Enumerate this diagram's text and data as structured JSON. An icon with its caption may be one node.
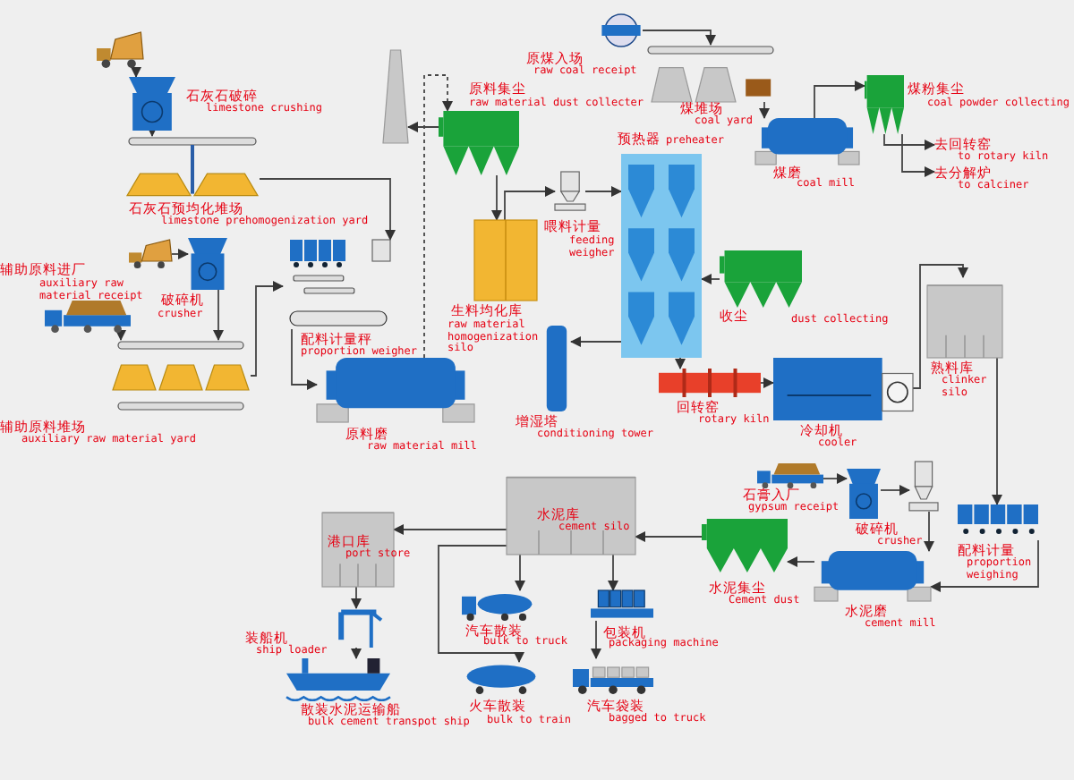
{
  "diagram": {
    "nodes": [
      {
        "text": [
          "石灰石破碎",
          "limestone crushing"
        ]
      },
      {
        "text": [
          "石灰石预均化堆场",
          "limestone prehomogenization yard"
        ]
      },
      {
        "text": [],
        "shape": "picture"
      },
      {
        "text": [
          "原料集尘",
          "raw material dust collecter"
        ]
      },
      {
        "text": [
          "原煤入场",
          "raw coal receipt"
        ]
      },
      {
        "text": [
          "煤堆场",
          "coal yard"
        ]
      },
      {
        "text": [
          "煤磨",
          "coal mill"
        ]
      },
      {
        "text": [
          "煤粉集尘",
          "coal powder collecting"
        ]
      },
      {
        "text": [
          "去回转窑",
          "to rotary kiln"
        ]
      },
      {
        "text": [
          "去分解炉",
          "to calciner"
        ]
      },
      {
        "text": [
          "预热器",
          "preheater"
        ]
      },
      {
        "text": [
          "喂料计量",
          "feeding weigher"
        ]
      },
      {
        "text": [
          "生料均化库",
          "raw material homogenization silo"
        ]
      },
      {
        "text": [
          "辅助原料进厂",
          "auxiliary raw material receipt"
        ]
      },
      {
        "text": [
          "破碎机",
          "crusher"
        ]
      },
      {
        "text": [
          "辅助原料堆场",
          "auxiliary raw material yard"
        ]
      },
      {
        "text": [
          "配料计量秤",
          "proportion weigher"
        ]
      },
      {
        "text": [
          "原料磨",
          "raw material mill"
        ]
      },
      {
        "text": [
          "收尘",
          "dust collecting"
        ]
      },
      {
        "text": [
          "增湿塔",
          "conditioning tower"
        ]
      },
      {
        "text": [
          "回转窑",
          "rotary kiln"
        ]
      },
      {
        "text": [
          "冷却机",
          "cooler"
        ]
      },
      {
        "text": [
          "熟料库",
          "clinker silo"
        ]
      },
      {
        "text": [
          "石膏入厂",
          "gypsum receipt"
        ]
      },
      {
        "text": [
          "破碎机",
          "crusher"
        ]
      },
      {
        "text": [
          "配料计量",
          "proportion weighing"
        ]
      },
      {
        "text": [
          "水泥库",
          "cement silo"
        ]
      },
      {
        "text": [
          "水泥集尘",
          "Cement dust"
        ]
      },
      {
        "text": [
          "水泥磨",
          "cement mill"
        ]
      },
      {
        "text": [
          "港口库",
          "port store"
        ]
      },
      {
        "text": [
          "汽车散装",
          "bulk to truck"
        ]
      },
      {
        "text": [
          "包装机",
          "packaging machine"
        ]
      },
      {
        "text": [
          "装船机",
          "ship loader"
        ]
      },
      {
        "text": [
          "火车散装",
          "bulk to train"
        ]
      },
      {
        "text": [
          "汽车袋装",
          "bagged to truck"
        ]
      },
      {
        "text": [
          "散装水泥运输船",
          "bulk cement transpot ship"
        ]
      },
      {
        "text": [],
        "shape": "picture"
      },
      {
        "text": [],
        "shape": "picture"
      },
      {
        "text": [],
        "shape": "picture"
      }
    ],
    "edges": [
      {
        "from": 36,
        "to": 0,
        "arrow": "to"
      },
      {
        "from": 0,
        "to": 1,
        "arrow": "to"
      },
      {
        "from": 1,
        "to": 16,
        "arrow": "to"
      },
      {
        "from": 37,
        "to": 14,
        "arrow": "to"
      },
      {
        "from": 13,
        "to": 15,
        "arrow": "to"
      },
      {
        "from": 14,
        "to": 15,
        "arrow": "to"
      },
      {
        "from": 15,
        "to": 16,
        "arrow": "to"
      },
      {
        "from": 16,
        "to": 17,
        "arrow": "to"
      },
      {
        "from": 17,
        "to": 3,
        "arrow": "to",
        "style": "dashed"
      },
      {
        "from": 3,
        "to": 2,
        "arrow": "to"
      },
      {
        "from": 3,
        "to": 12,
        "arrow": "to"
      },
      {
        "from": 12,
        "to": 11,
        "arrow": "to"
      },
      {
        "from": 11,
        "to": 10,
        "arrow": "to"
      },
      {
        "from": 10,
        "to": 19,
        "arrow": "to"
      },
      {
        "from": 4,
        "to": 5,
        "arrow": "to"
      },
      {
        "from": 5,
        "to": 6,
        "arrow": "to"
      },
      {
        "from": 6,
        "to": 7,
        "arrow": "to"
      },
      {
        "from": 7,
        "to": 8,
        "arrow": "to"
      },
      {
        "from": 7,
        "to": 9,
        "arrow": "to"
      },
      {
        "from": 10,
        "to": 20,
        "arrow": "to"
      },
      {
        "from": 20,
        "to": 21,
        "arrow": "to"
      },
      {
        "from": 18,
        "to": 10,
        "arrow": "to"
      },
      {
        "from": 21,
        "to": 22,
        "arrow": "to"
      },
      {
        "from": 22,
        "to": 25,
        "arrow": "to"
      },
      {
        "from": 23,
        "to": 24,
        "arrow": "to"
      },
      {
        "from": 24,
        "to": 38,
        "arrow": "to"
      },
      {
        "from": 38,
        "to": 28,
        "arrow": "to"
      },
      {
        "from": 25,
        "to": 28,
        "arrow": "to"
      },
      {
        "from": 28,
        "to": 27,
        "arrow": "to"
      },
      {
        "from": 27,
        "to": 26,
        "arrow": "to"
      },
      {
        "from": 26,
        "to": 29,
        "arrow": "to"
      },
      {
        "from": 26,
        "to": 30,
        "arrow": "to"
      },
      {
        "from": 26,
        "to": 31,
        "arrow": "to"
      },
      {
        "from": 26,
        "to": 33,
        "arrow": "to"
      },
      {
        "from": 31,
        "to": 34,
        "arrow": "to"
      },
      {
        "from": 29,
        "to": 32,
        "arrow": "to"
      },
      {
        "from": 32,
        "to": 35,
        "arrow": "to"
      }
    ]
  }
}
